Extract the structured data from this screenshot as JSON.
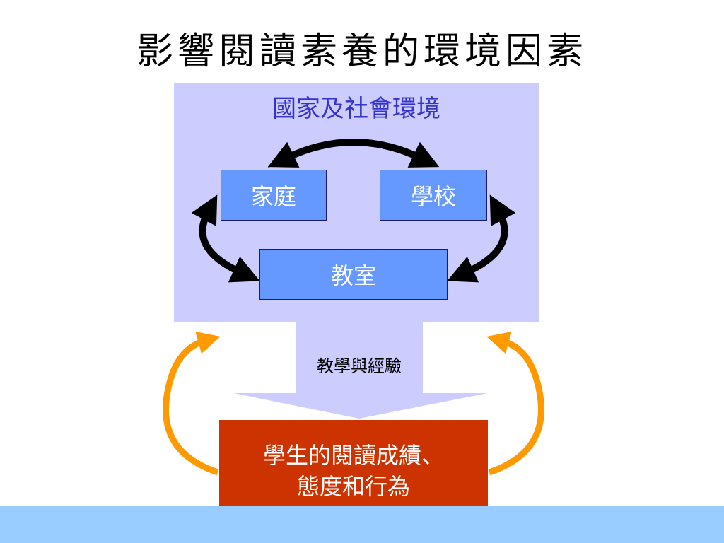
{
  "title": "影響閱讀素養的環境因素",
  "diagram": {
    "environment_label": "國家及社會環境",
    "nodes": {
      "home": "家庭",
      "school": "學校",
      "classroom": "教室"
    },
    "flow_label": "教學與經驗",
    "outcome": {
      "line1": "學生的閱讀成績、",
      "line2": "態度和行為"
    }
  },
  "colors": {
    "environment_panel": "#ccccff",
    "environment_text": "#3333cc",
    "node_fill": "#6699ff",
    "outcome_fill": "#cc3300",
    "feedback_arrows": "#ff9900",
    "bottom_band": "#99ccff"
  }
}
